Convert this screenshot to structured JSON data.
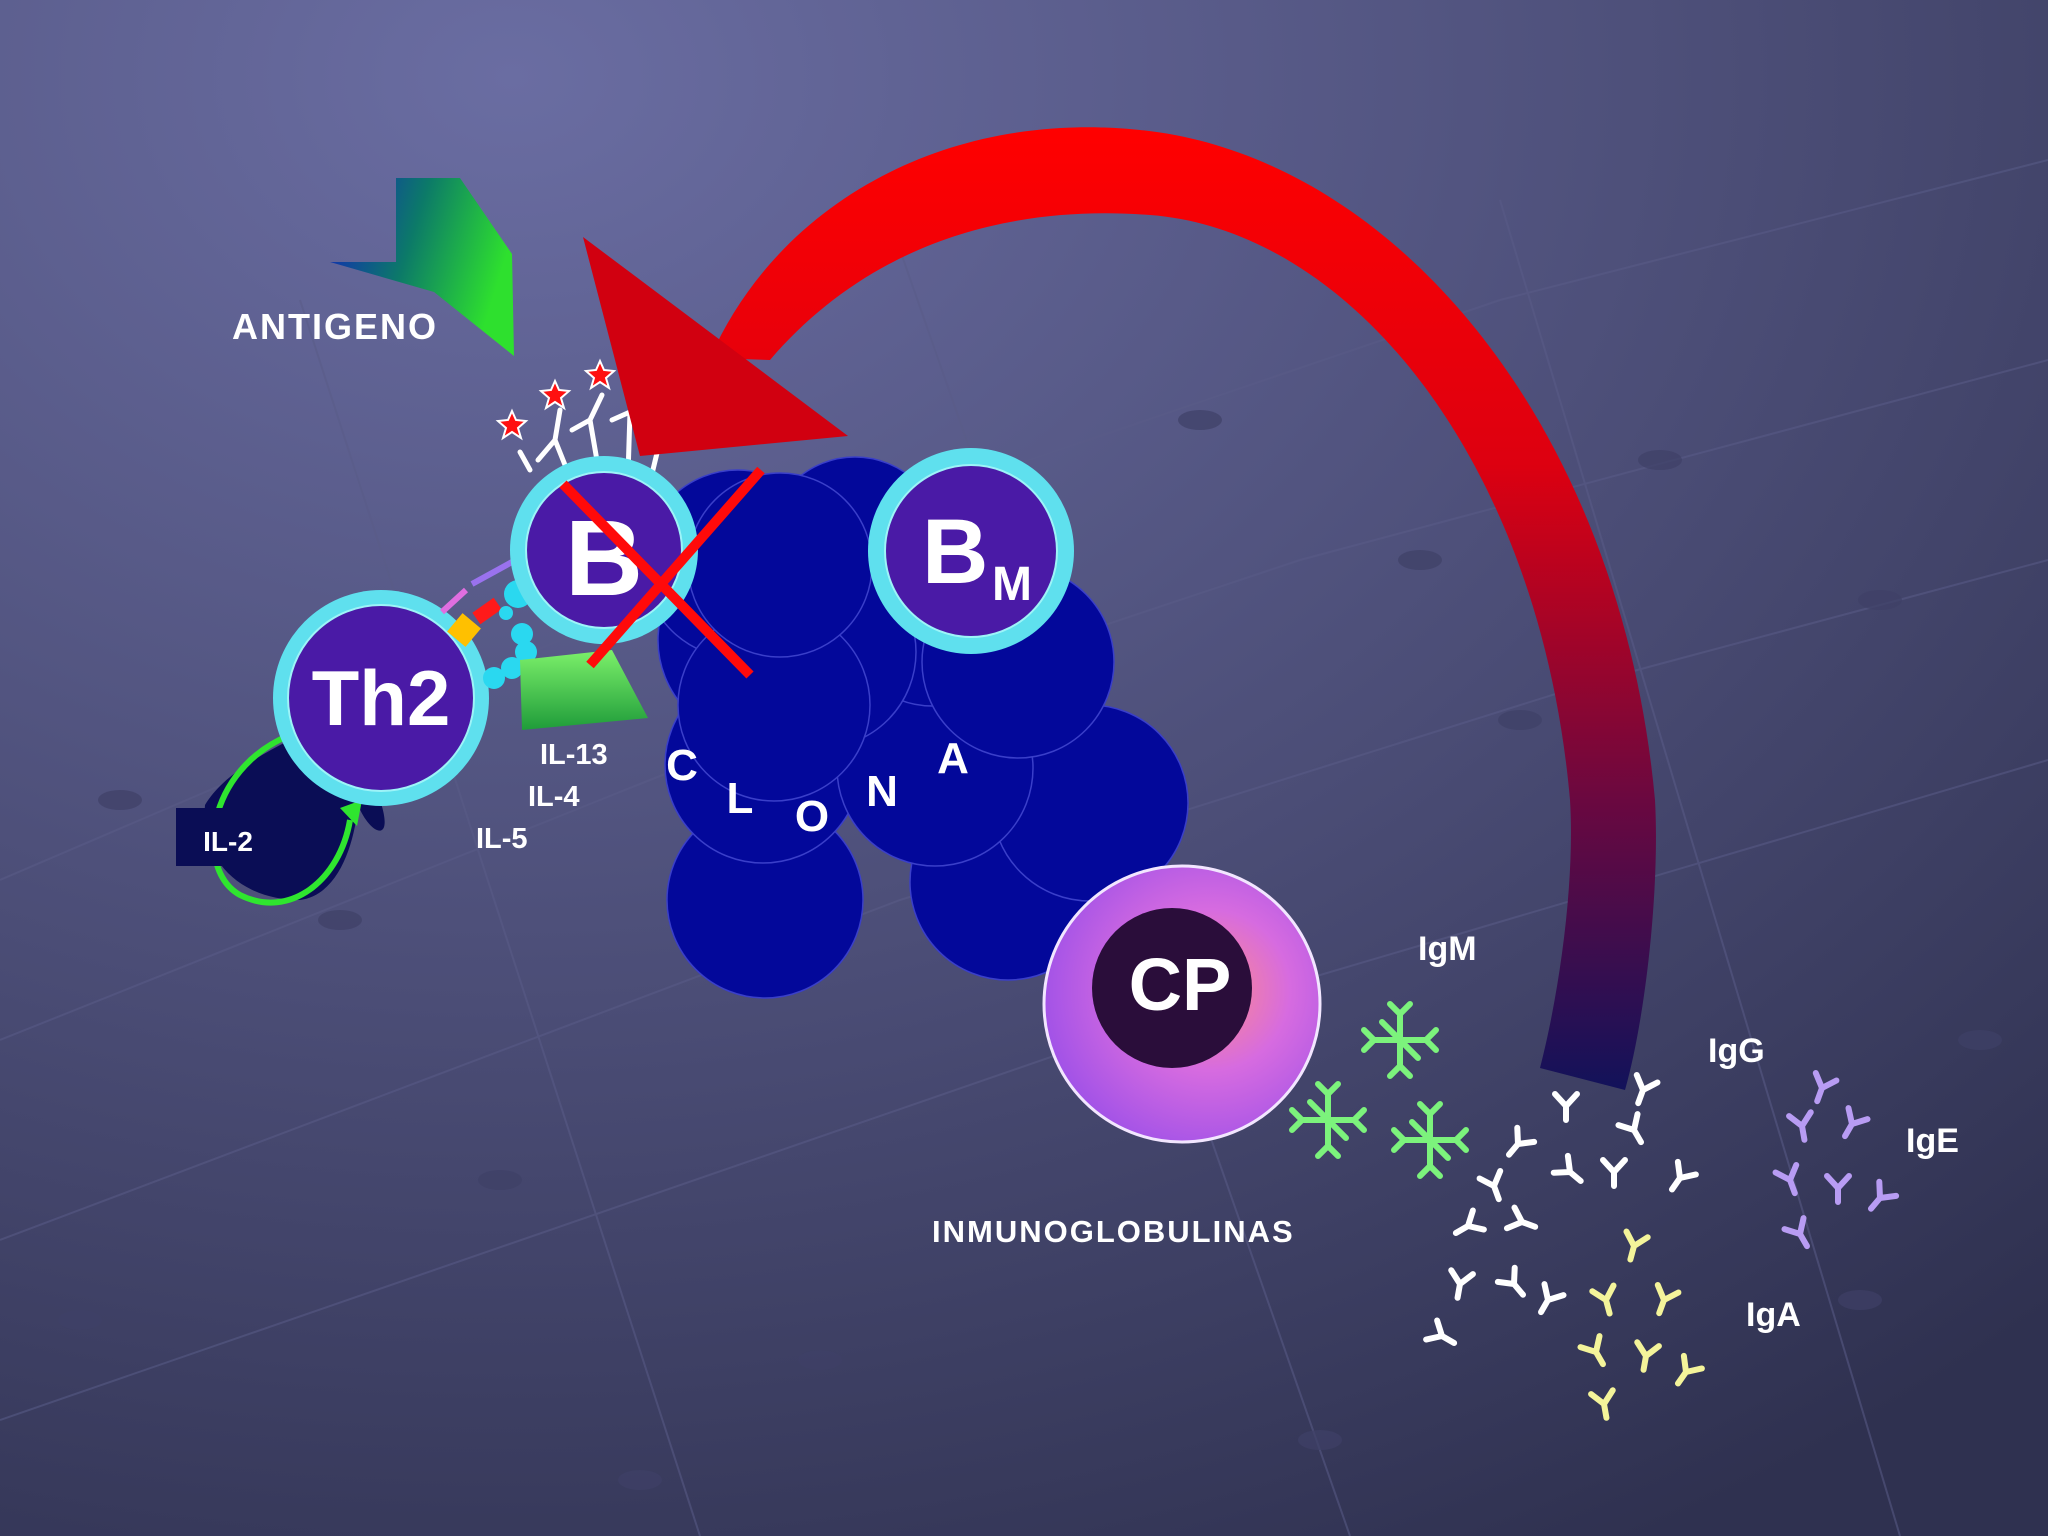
{
  "labels": {
    "antigen": "ANTIGENO",
    "th2": "Th2",
    "b_cell": "B",
    "bm_main": "B",
    "bm_sub": "M",
    "cp": "CP",
    "il2": "IL-2",
    "il13": "IL-13",
    "il4": "IL-4",
    "il5": "IL-5",
    "clona": [
      "C",
      "L",
      "O",
      "N",
      "A"
    ],
    "igm": "IgM",
    "igg": "IgG",
    "ige": "IgE",
    "iga": "IgA",
    "immunoglobulins": "INMUNOGLOBULINAS"
  },
  "colors": {
    "background": "#4f5179",
    "clone": "#03089a",
    "cell_ring": "#5fe0ee",
    "cell_core": "#4a1aa6",
    "feedback_arrow_start": "#ff0000",
    "feedback_arrow_end": "#12125a",
    "cross": "#ff0a0a",
    "igm": "#7cf37c",
    "igg": "#ffffff",
    "ige": "#b89cf3",
    "iga": "#f4f49a"
  },
  "icons": {
    "antigen": "antigen-arrow-icon",
    "cross": "cross-out-icon",
    "antibody": "y-antibody-icon",
    "igm": "pentamer-antibody-icon"
  }
}
